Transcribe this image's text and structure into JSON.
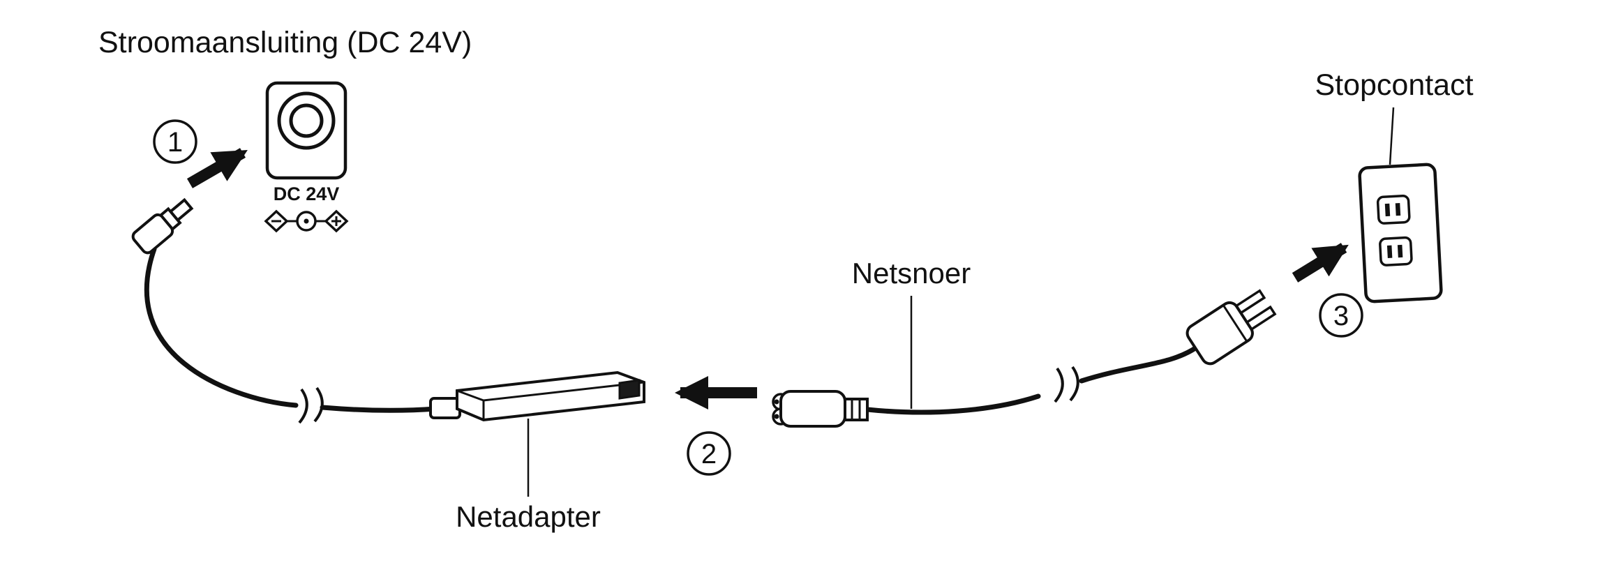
{
  "diagram": {
    "title": "Stroomaansluiting (DC 24V)",
    "jack": {
      "label": "DC 24V"
    },
    "adapter": {
      "label": "Netadapter"
    },
    "cord": {
      "label": "Netsnoer"
    },
    "outlet": {
      "label": "Stopcontact"
    },
    "steps": {
      "one": "1",
      "two": "2",
      "three": "3"
    }
  },
  "colors": {
    "ink": "#111111",
    "background": "#ffffff"
  }
}
